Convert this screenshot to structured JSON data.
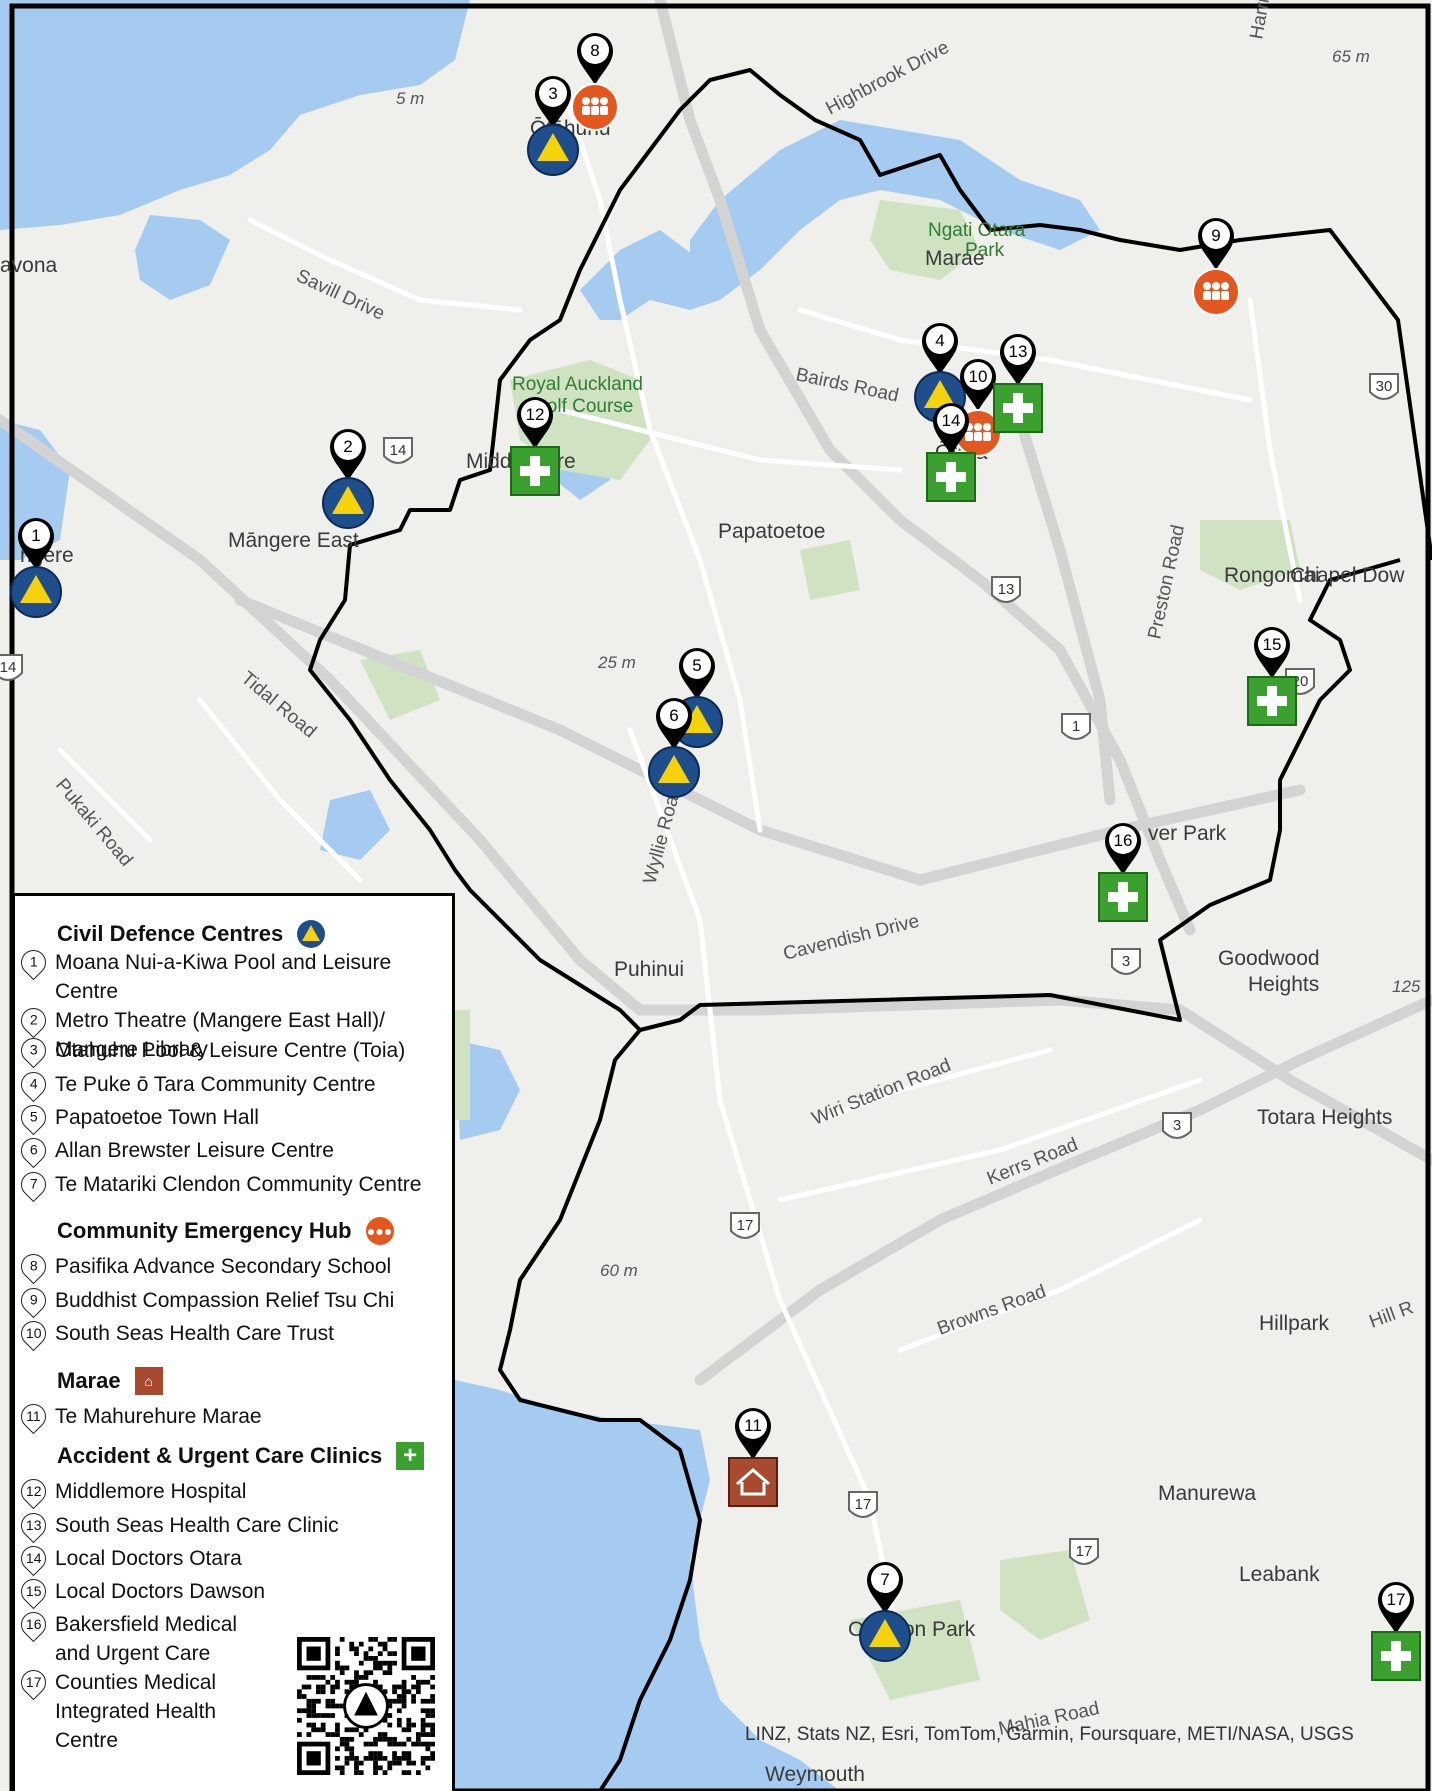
{
  "map": {
    "places": [
      {
        "name": "Ōtāhuhu"
      },
      {
        "name": "avona"
      },
      {
        "name": "Māngere East"
      },
      {
        "name": "ngere"
      },
      {
        "name": "Middlemore"
      },
      {
        "name": "Papatoetoe"
      },
      {
        "name": "Ōtara"
      },
      {
        "name": "Marae"
      },
      {
        "name": "ver Park"
      },
      {
        "name": "Puhinui"
      },
      {
        "name": "Goodwood"
      },
      {
        "name": "Heights"
      },
      {
        "name": "Totara Heights"
      },
      {
        "name": "Hillpark"
      },
      {
        "name": "Manurewa"
      },
      {
        "name": "Leabank"
      },
      {
        "name": "Clendon Park"
      },
      {
        "name": "Weymouth"
      },
      {
        "name": "Rongomai"
      },
      {
        "name": "Chapel Dow"
      }
    ],
    "roads": [
      "Savill Drive",
      "Tidal Road",
      "Pukaki Road",
      "Highbrook Drive",
      "Bairds Road",
      "Preston Road",
      "Wyllie Road",
      "Cavendish Drive",
      "Wiri Station Road",
      "Kerrs Road",
      "Browns Road",
      "Harris",
      "Hill R",
      "Mahia Road"
    ],
    "parks": [
      "Royal Auckland",
      "Golf Course",
      "Ngati Otara",
      "Park"
    ],
    "elevations": [
      "65 m",
      "5 m",
      "25 m",
      "60 m",
      "125"
    ],
    "route_shields": [
      "14",
      "14",
      "1",
      "3",
      "3",
      "17",
      "17",
      "17",
      "30",
      "20",
      "13"
    ],
    "markers": [
      {
        "n": "1",
        "type": "civil-defence"
      },
      {
        "n": "2",
        "type": "civil-defence"
      },
      {
        "n": "3",
        "type": "civil-defence"
      },
      {
        "n": "4",
        "type": "civil-defence"
      },
      {
        "n": "5",
        "type": "civil-defence"
      },
      {
        "n": "6",
        "type": "civil-defence"
      },
      {
        "n": "7",
        "type": "civil-defence"
      },
      {
        "n": "8",
        "type": "community-hub"
      },
      {
        "n": "9",
        "type": "community-hub"
      },
      {
        "n": "10",
        "type": "community-hub"
      },
      {
        "n": "11",
        "type": "marae"
      },
      {
        "n": "12",
        "type": "clinic"
      },
      {
        "n": "13",
        "type": "clinic"
      },
      {
        "n": "14",
        "type": "clinic"
      },
      {
        "n": "15",
        "type": "clinic"
      },
      {
        "n": "16",
        "type": "clinic"
      },
      {
        "n": "17",
        "type": "clinic"
      }
    ],
    "attribution": "LINZ, Stats NZ, Esri, TomTom, Garmin, Foursquare, METI/NASA, USGS",
    "colors": {
      "water": "#a5ccf0",
      "land": "#efefec",
      "park": "#cfe3c3",
      "civil_defence": "#1f4e8c",
      "triangle": "#f5d20a",
      "hub": "#e4571f",
      "marae": "#a84a2f",
      "clinic": "#3aa12f"
    }
  },
  "legend": {
    "sections": [
      {
        "title": "Civil Defence Centres",
        "icon": "civil-defence-icon",
        "items": [
          {
            "n": "1",
            "text": "Moana Nui-a-Kiwa Pool and Leisure Centre"
          },
          {
            "n": "2",
            "text": "Metro Theatre (Mangere East Hall)/ Mangere Library"
          },
          {
            "n": "3",
            "text": "Otahuhu Pool & Leisure Centre (Toia)"
          },
          {
            "n": "4",
            "text": "Te Puke ō Tara Community Centre"
          },
          {
            "n": "5",
            "text": "Papatoetoe Town Hall"
          },
          {
            "n": "6",
            "text": "Allan Brewster Leisure Centre"
          },
          {
            "n": "7",
            "text": "Te Matariki Clendon Community Centre"
          }
        ]
      },
      {
        "title": "Community Emergency Hub",
        "icon": "community-hub-icon",
        "items": [
          {
            "n": "8",
            "text": "Pasifika Advance Secondary School"
          },
          {
            "n": "9",
            "text": "Buddhist Compassion Relief Tsu Chi"
          },
          {
            "n": "10",
            "text": "South Seas Health Care Trust"
          }
        ]
      },
      {
        "title": "Marae",
        "icon": "marae-icon",
        "items": [
          {
            "n": "11",
            "text": "Te Mahurehure Marae"
          }
        ]
      },
      {
        "title": "Accident & Urgent Care Clinics",
        "icon": "clinic-icon",
        "items": [
          {
            "n": "12",
            "text": "Middlemore Hospital"
          },
          {
            "n": "13",
            "text": "South Seas Health Care Clinic"
          },
          {
            "n": "14",
            "text": "Local Doctors Otara"
          },
          {
            "n": "15",
            "text": "Local Doctors Dawson"
          },
          {
            "n": "16",
            "text": "Bakersfield Medical and Urgent Care"
          },
          {
            "n": "17",
            "text": "Counties Medical Integrated Health Centre"
          }
        ]
      }
    ]
  }
}
